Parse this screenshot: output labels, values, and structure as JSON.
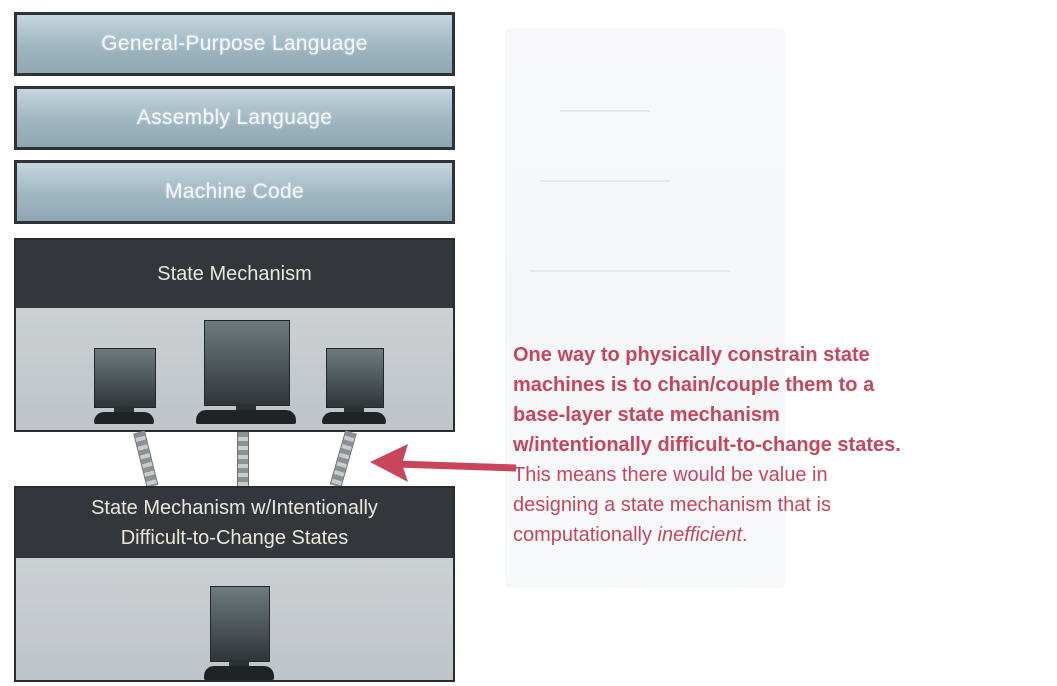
{
  "layers": [
    {
      "label": "General-Purpose Language"
    },
    {
      "label": "Assembly Language"
    },
    {
      "label": "Machine Code"
    }
  ],
  "upper_mechanism": {
    "title": "State Mechanism"
  },
  "lower_mechanism": {
    "title_line1": "State Mechanism w/Intentionally",
    "title_line2": "Difficult-to-Change States"
  },
  "annotation": {
    "bold_lines": [
      "One way to physically constrain state",
      "machines is to chain/couple them to a",
      "base-layer state mechanism",
      "w/intentionally difficult-to-change states."
    ],
    "normal_lines": [
      "This means there would be value in",
      "designing a state mechanism that is"
    ],
    "last_line_prefix": "computationally ",
    "last_line_emphasis": "inefficient",
    "last_line_suffix": "."
  },
  "colors": {
    "annotation": "#c8455c",
    "arrow": "#c8455c",
    "layer_fill": "#a9bec8",
    "header_fill": "#33373c"
  }
}
